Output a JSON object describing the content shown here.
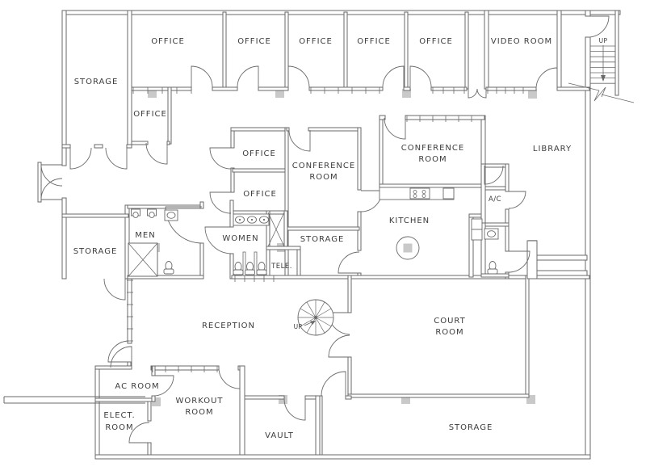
{
  "colors": {
    "wall": "#6a6a6a",
    "label": "#3c3c3c",
    "threshold": "#c9c9c9",
    "background": "#ffffff"
  },
  "floor_plan": {
    "rooms": {
      "storage_top_left": {
        "label": "STORAGE"
      },
      "office_1": {
        "label": "OFFICE"
      },
      "office_2": {
        "label": "OFFICE"
      },
      "office_3": {
        "label": "OFFICE"
      },
      "office_4": {
        "label": "OFFICE"
      },
      "office_5": {
        "label": "OFFICE"
      },
      "video_room": {
        "label": "VIDEO ROOM"
      },
      "office_small": {
        "label": "OFFICE"
      },
      "library": {
        "label": "LIBRARY"
      },
      "office_mid_upper": {
        "label": "OFFICE"
      },
      "office_mid_lower": {
        "label": "OFFICE"
      },
      "conference_room_1": {
        "line1": "CONFERENCE",
        "line2": "ROOM"
      },
      "conference_room_2": {
        "line1": "CONFERENCE",
        "line2": "ROOM"
      },
      "kitchen": {
        "label": "KITCHEN"
      },
      "ac_closet": {
        "label": "A/C"
      },
      "men_restroom": {
        "label": "MEN"
      },
      "women_restroom": {
        "label": "WOMEN"
      },
      "storage_mid_left": {
        "label": "STORAGE"
      },
      "storage_middle": {
        "label": "STORAGE"
      },
      "tele_room": {
        "label": "TELE."
      },
      "reception": {
        "label": "RECEPTION"
      },
      "court_room": {
        "line1": "COURT",
        "line2": "ROOM"
      },
      "ac_room": {
        "label": "AC ROOM"
      },
      "workout_room": {
        "line1": "WORKOUT",
        "line2": "ROOM"
      },
      "elect_room": {
        "line1": "ELECT.",
        "line2": "ROOM"
      },
      "vault": {
        "label": "VAULT"
      },
      "storage_bottom": {
        "label": "STORAGE"
      }
    },
    "stairs": {
      "straight_stair_label": "UP",
      "spiral_stair_label": "UP"
    },
    "fixture_icons": [
      "urinal-icon",
      "sink-icon",
      "toilet-icon",
      "shower-x-icon",
      "stove-icon",
      "refrigerator-icon",
      "round-table-icon",
      "stair-icon",
      "spiral-stair-icon",
      "door-swing-icon",
      "window-wall-icon"
    ]
  }
}
